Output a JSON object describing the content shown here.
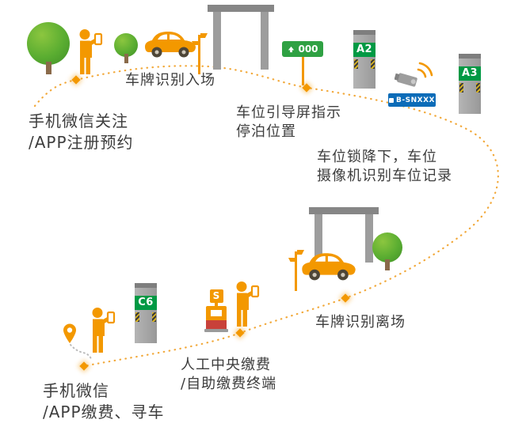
{
  "colors": {
    "orange": "#F39800",
    "path_dots": "#F2A93B",
    "tree_green": "#5AAD31",
    "gate_gray": "#9D9D9D",
    "pillar_gray": "#A6A6A6",
    "sign_green": "#009944",
    "sign_blue": "#0C6CB8",
    "kiosk_red": "#C8413A",
    "text": "#3D3D3D"
  },
  "steps": {
    "register": {
      "line1": "手机微信关注",
      "line2": "/APP注册预约"
    },
    "entry": {
      "line1": "车牌识别入场"
    },
    "guidance": {
      "line1": "车位引导屏指示",
      "line2": "停泊位置"
    },
    "lock": {
      "line1": "车位锁降下，车位",
      "line2": "摄像机识别车位记录"
    },
    "exit": {
      "line1": "车牌识别离场"
    },
    "payment": {
      "line1": "人工中央缴费",
      "line2": "/自助缴费终端"
    },
    "mobile_pay": {
      "line1": "手机微信",
      "line2": "/APP缴费、寻车"
    }
  },
  "signs": {
    "guidance_display": "000",
    "pillar_a2": "A2",
    "pillar_a3": "A3",
    "pillar_c6": "C6",
    "spot_plate": "B-SNXXX",
    "kiosk_sign": "S"
  },
  "icons": [
    "tree-icon",
    "person-phone-icon",
    "car-icon",
    "gate-icon",
    "signpost-icon",
    "guidance-sign-icon",
    "pillar-sign-icon",
    "camera-icon",
    "wifi-waves-icon",
    "location-pin-icon",
    "payment-kiosk-icon",
    "path-marker-diamond"
  ]
}
